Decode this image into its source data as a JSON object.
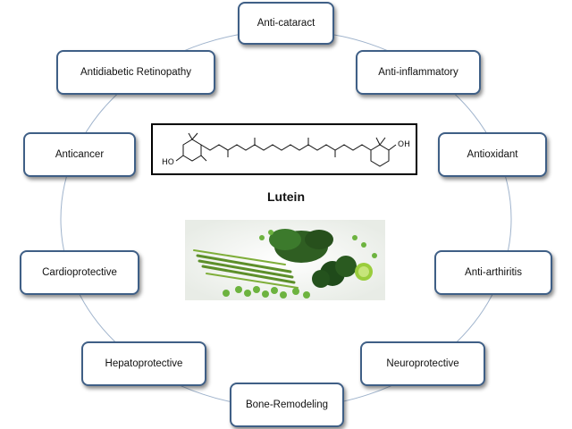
{
  "center": {
    "title": "Lutein",
    "molecule_labels": {
      "left_group": "HO",
      "right_group": "OH"
    }
  },
  "nodes": [
    {
      "id": "anti-cataract",
      "label": "Anti-cataract"
    },
    {
      "id": "anti-inflammatory",
      "label": "Anti-inflammatory"
    },
    {
      "id": "antioxidant",
      "label": "Antioxidant"
    },
    {
      "id": "anti-arthiritis",
      "label": "Anti-arthiritis"
    },
    {
      "id": "neuroprotective",
      "label": "Neuroprotective"
    },
    {
      "id": "bone-remodeling",
      "label": "Bone-Remodeling"
    },
    {
      "id": "hepatoprotective",
      "label": "Hepatoprotective"
    },
    {
      "id": "cardioprotective",
      "label": "Cardioprotective"
    },
    {
      "id": "anticancer",
      "label": "Anticancer"
    },
    {
      "id": "antidiabetic-retinopathy",
      "label": "Antidiabetic Retinopathy"
    }
  ],
  "colors": {
    "node_border": "#3f5f86",
    "ring": "#9fb3cc",
    "text": "#111111"
  }
}
